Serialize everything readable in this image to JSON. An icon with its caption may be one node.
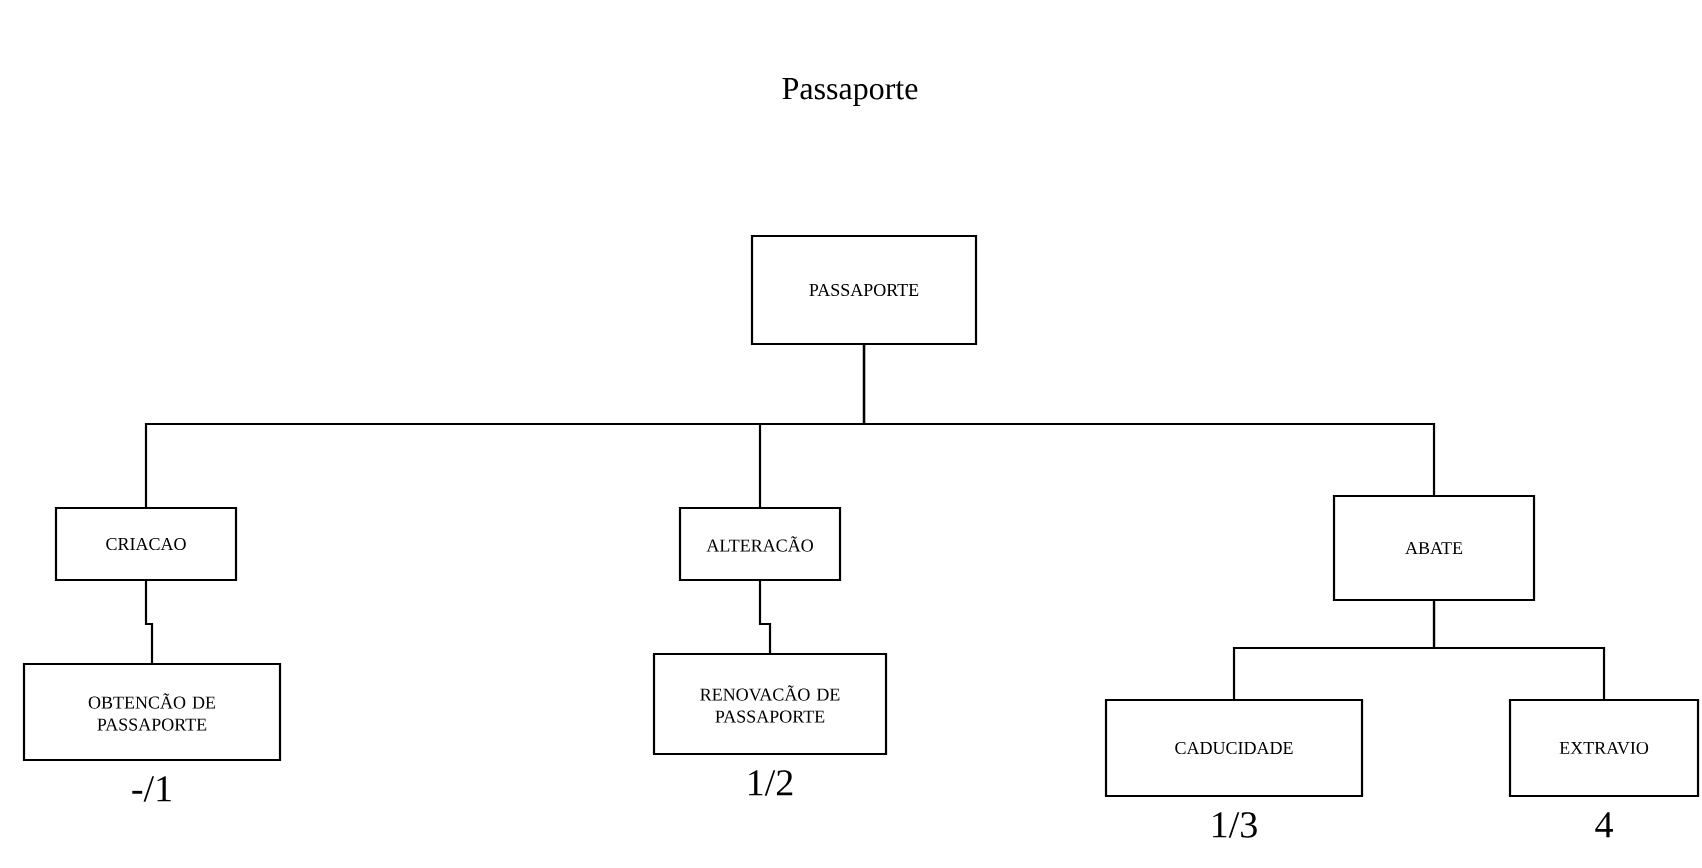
{
  "diagram": {
    "title": "Passaporte",
    "nodes": [
      {
        "text": [
          "PASSAPORTE"
        ]
      },
      {
        "text": [
          "CRIACAO"
        ]
      },
      {
        "text": [
          "ALTERACÃO"
        ]
      },
      {
        "text": [
          "ABATE"
        ]
      },
      {
        "text": [
          "OBTENCÃO DE PASSAPORTE"
        ],
        "beside": [
          "-/1"
        ]
      },
      {
        "text": [
          "RENOVACÃO DE PASSAPORTE"
        ],
        "beside": [
          "1/2"
        ]
      },
      {
        "text": [
          "CADUCIDADE"
        ],
        "beside": [
          "1/3"
        ]
      },
      {
        "text": [
          "EXTRAVIO"
        ],
        "beside": [
          "4"
        ]
      }
    ],
    "edges": [
      {
        "from": 0,
        "to": 1,
        "arrow": "none"
      },
      {
        "from": 0,
        "to": 2,
        "arrow": "none"
      },
      {
        "from": 0,
        "to": 3,
        "arrow": "none"
      },
      {
        "from": 1,
        "to": 4,
        "arrow": "none"
      },
      {
        "from": 2,
        "to": 5,
        "arrow": "none"
      },
      {
        "from": 3,
        "to": 6,
        "arrow": "none"
      },
      {
        "from": 3,
        "to": 7,
        "arrow": "none"
      }
    ]
  }
}
